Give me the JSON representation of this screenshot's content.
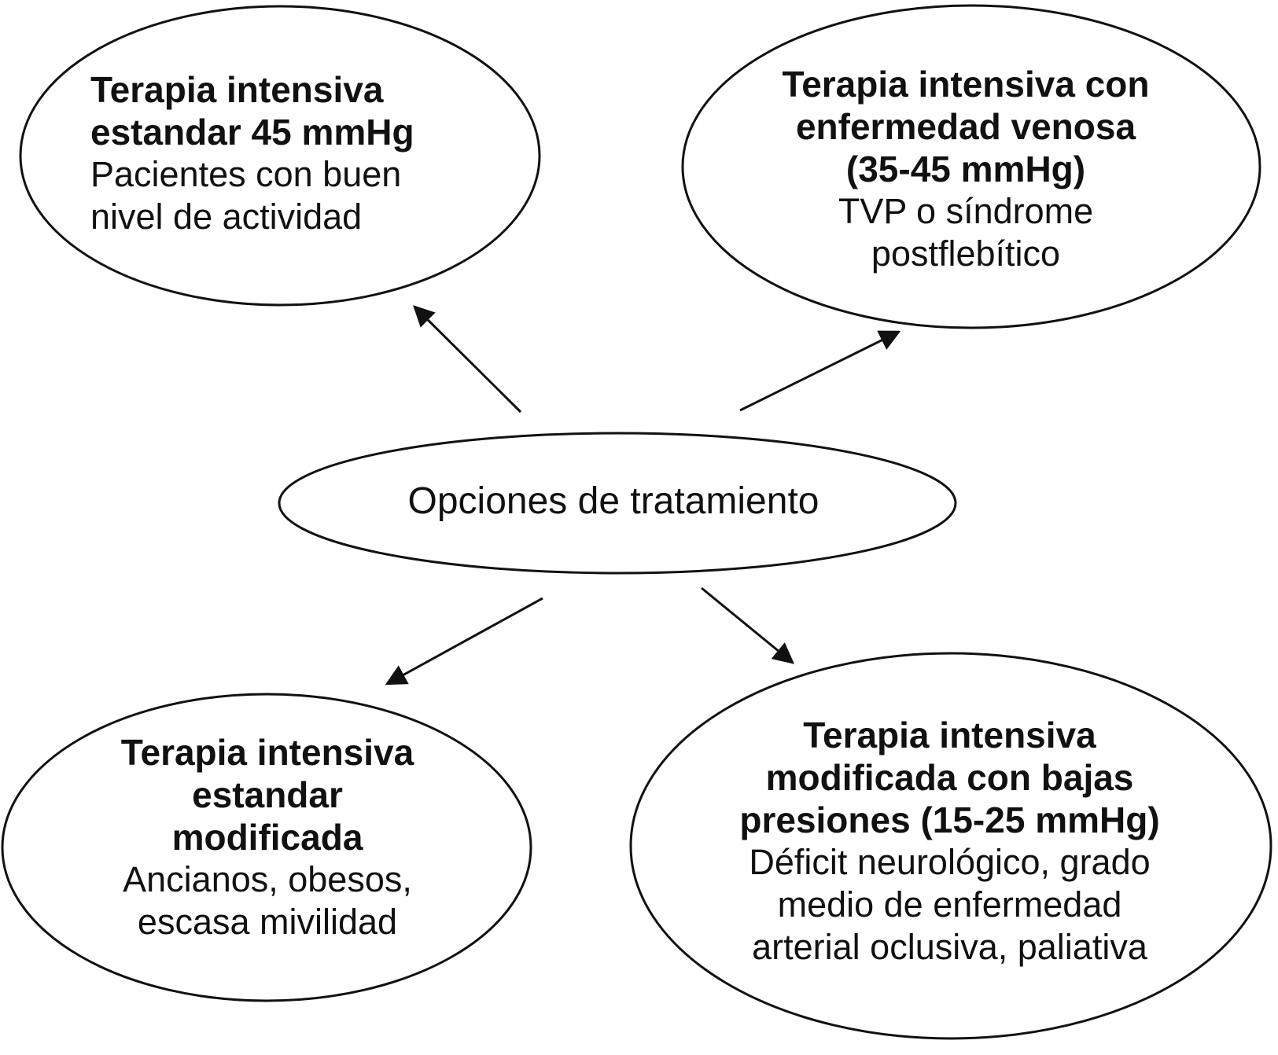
{
  "colors": {
    "stroke": "#111111",
    "background": "#ffffff"
  },
  "center": {
    "label": "Opciones de tratamiento"
  },
  "nodes": {
    "top_left": {
      "title": [
        "Terapia intensiva",
        "estandar 45 mmHg"
      ],
      "body": [
        "Pacientes con buen",
        "nivel de actividad"
      ]
    },
    "top_right": {
      "title": [
        "Terapia intensiva con",
        "enfermedad venosa",
        "(35-45 mmHg)"
      ],
      "body": [
        "TVP o síndrome",
        "postflebítico"
      ]
    },
    "bottom_left": {
      "title": [
        "Terapia intensiva",
        "estandar",
        "modificada"
      ],
      "body": [
        "Ancianos, obesos,",
        "escasa mivilidad"
      ]
    },
    "bottom_right": {
      "title": [
        "Terapia intensiva",
        "modificada con bajas",
        "presiones (15-25 mmHg)"
      ],
      "body": [
        "Déficit neurológico, grado",
        "medio de enfermedad",
        "arterial oclusiva, paliativa"
      ]
    }
  },
  "edges": [
    {
      "from": "center",
      "to": "top_left"
    },
    {
      "from": "center",
      "to": "top_right"
    },
    {
      "from": "center",
      "to": "bottom_left"
    },
    {
      "from": "center",
      "to": "bottom_right"
    }
  ]
}
